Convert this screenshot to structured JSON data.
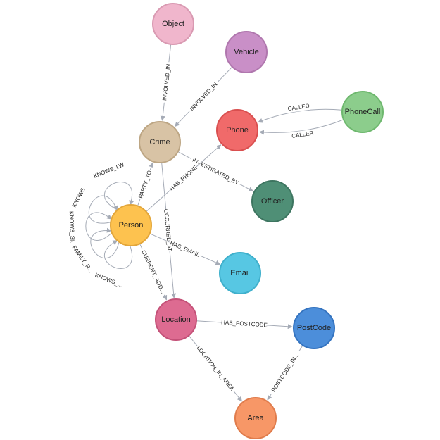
{
  "graph": {
    "nodes": [
      {
        "id": "object",
        "label": "Object",
        "fill": "#f0b6cc",
        "stroke": "#d99ab2"
      },
      {
        "id": "vehicle",
        "label": "Vehicle",
        "fill": "#c98fc7",
        "stroke": "#b077ae"
      },
      {
        "id": "crime",
        "label": "Crime",
        "fill": "#d8c3a5",
        "stroke": "#bda684"
      },
      {
        "id": "phone",
        "label": "Phone",
        "fill": "#f06a6a",
        "stroke": "#d94f4f"
      },
      {
        "id": "phonecall",
        "label": "PhoneCall",
        "fill": "#8ccd8c",
        "stroke": "#6eb86e"
      },
      {
        "id": "officer",
        "label": "Officer",
        "fill": "#4f8f76",
        "stroke": "#3d7560"
      },
      {
        "id": "person",
        "label": "Person",
        "fill": "#fdc24f",
        "stroke": "#e3a63a"
      },
      {
        "id": "email",
        "label": "Email",
        "fill": "#57c7e3",
        "stroke": "#3fb0cc"
      },
      {
        "id": "location",
        "label": "Location",
        "fill": "#dd6b91",
        "stroke": "#c45178"
      },
      {
        "id": "postcode",
        "label": "PostCode",
        "fill": "#4c8eda",
        "stroke": "#3574c0"
      },
      {
        "id": "area",
        "label": "Area",
        "fill": "#f79767",
        "stroke": "#e07c4c"
      }
    ],
    "edges": [
      {
        "id": "object-crime",
        "source": "object",
        "target": "crime",
        "label": "INVOLVED_IN"
      },
      {
        "id": "vehicle-crime",
        "source": "vehicle",
        "target": "crime",
        "label": "INVOLVED_IN"
      },
      {
        "id": "phonecall-phone-caller",
        "source": "phonecall",
        "target": "phone",
        "label": "CALLER"
      },
      {
        "id": "phonecall-phone-called",
        "source": "phonecall",
        "target": "phone",
        "label": "CALLED"
      },
      {
        "id": "crime-officer",
        "source": "crime",
        "target": "officer",
        "label": "INVESTIGATED_BY"
      },
      {
        "id": "person-crime",
        "source": "person",
        "target": "crime",
        "label": "PARTY_TO"
      },
      {
        "id": "person-phone",
        "source": "person",
        "target": "phone",
        "label": "HAS_PHONE"
      },
      {
        "id": "crime-location",
        "source": "crime",
        "target": "location",
        "label": "OCCURRED_AT"
      },
      {
        "id": "person-email",
        "source": "person",
        "target": "email",
        "label": "HAS_EMAIL"
      },
      {
        "id": "person-location",
        "source": "person",
        "target": "location",
        "label": "CURRENT_ADD..."
      },
      {
        "id": "location-postcode",
        "source": "location",
        "target": "postcode",
        "label": "HAS_POSTCODE"
      },
      {
        "id": "location-area",
        "source": "location",
        "target": "area",
        "label": "LOCATION_IN_AREA"
      },
      {
        "id": "postcode-area",
        "source": "postcode",
        "target": "area",
        "label": "POSTCODE_IN..."
      },
      {
        "id": "loop-knows-lw",
        "source": "person",
        "target": "person",
        "label": "KNOWS_LW"
      },
      {
        "id": "loop-knows",
        "source": "person",
        "target": "person",
        "label": "KNOWS"
      },
      {
        "id": "loop-knows-sn",
        "source": "person",
        "target": "person",
        "label": "KNOWS_SN"
      },
      {
        "id": "loop-family",
        "source": "person",
        "target": "person",
        "label": "FAMILY_R..."
      },
      {
        "id": "loop-knows-phone",
        "source": "person",
        "target": "person",
        "label": "KNOWS_..."
      }
    ]
  }
}
